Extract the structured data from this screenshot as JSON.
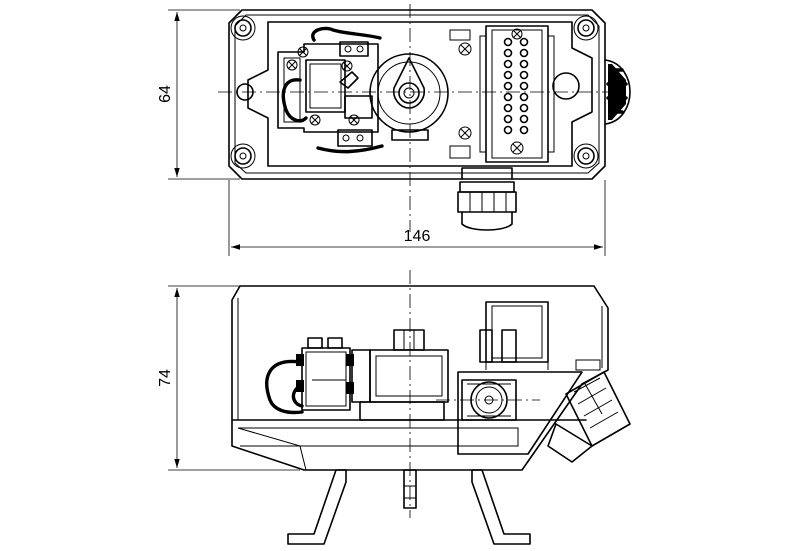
{
  "dimensions": {
    "height_top_view": "64",
    "width": "146",
    "height_side_view": "74"
  }
}
